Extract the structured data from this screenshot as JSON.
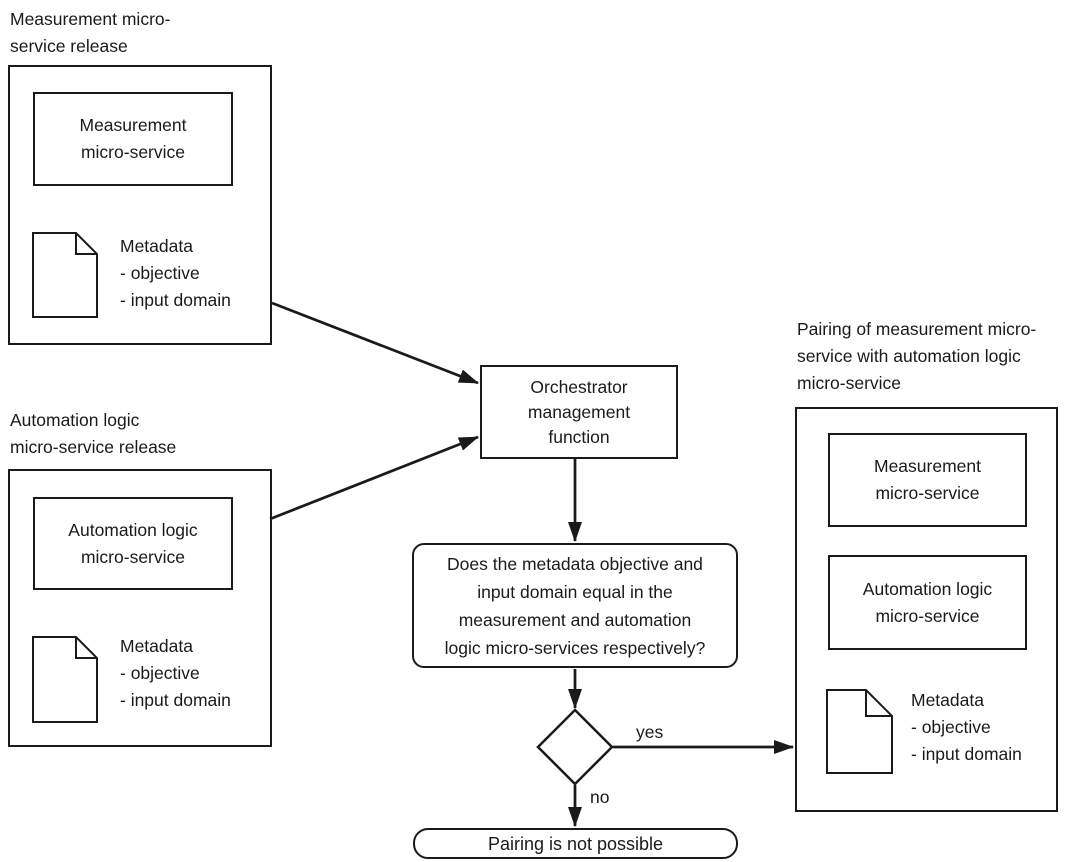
{
  "colors": {
    "ink": "#1a1a1a",
    "background": "#ffffff"
  },
  "icons": {
    "document": "document-icon",
    "decision": "decision-diamond-icon",
    "arrow": "arrowhead-icon"
  },
  "measurement_release": {
    "caption": "Measurement micro-\nservice release",
    "service_box": "Measurement\nmicro-service",
    "metadata": "Metadata\n- objective\n- input domain"
  },
  "automation_release": {
    "caption": "Automation logic\nmicro-service release",
    "service_box": "Automation logic\nmicro-service",
    "metadata": "Metadata\n- objective\n- input domain"
  },
  "orchestrator": {
    "label": "Orchestrator\nmanagement\nfunction"
  },
  "decision": {
    "question": "Does the metadata objective and\ninput domain equal in the\nmeasurement and automation\nlogic micro-services respectively?",
    "yes_label": "yes",
    "no_label": "no"
  },
  "pairing_result": {
    "caption": "Pairing of measurement micro-\nservice with automation logic\nmicro-service",
    "measurement_box": "Measurement\nmicro-service",
    "automation_box": "Automation logic\nmicro-service",
    "metadata": "Metadata\n- objective\n- input domain"
  },
  "failure": {
    "label": "Pairing is not possible"
  }
}
